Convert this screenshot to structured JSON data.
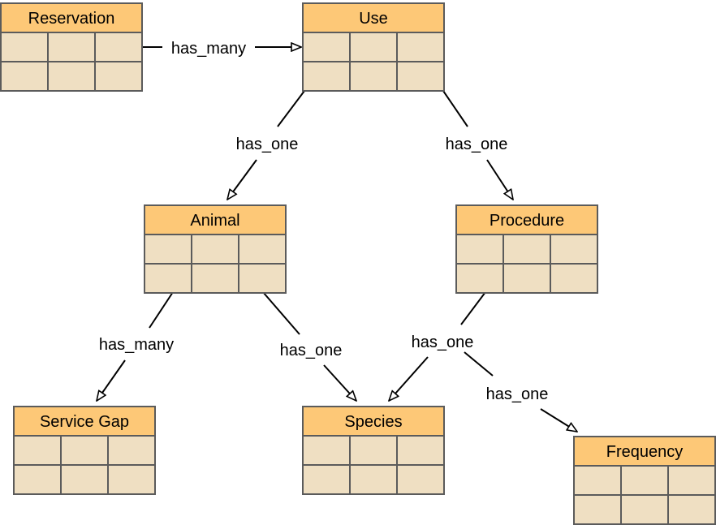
{
  "diagram": {
    "colors": {
      "header": "#fdc877",
      "cell": "#efdfc2",
      "border": "#5b5b5b",
      "line": "#000000"
    },
    "entities": {
      "reservation": "Reservation",
      "use": "Use",
      "animal": "Animal",
      "procedure": "Procedure",
      "service_gap": "Service Gap",
      "species": "Species",
      "frequency": "Frequency"
    },
    "relations": {
      "reservation_use": "has_many",
      "use_animal": "has_one",
      "use_procedure": "has_one",
      "animal_service_gap": "has_many",
      "animal_species": "has_one",
      "procedure_species": "has_one",
      "procedure_frequency": "has_one"
    }
  }
}
